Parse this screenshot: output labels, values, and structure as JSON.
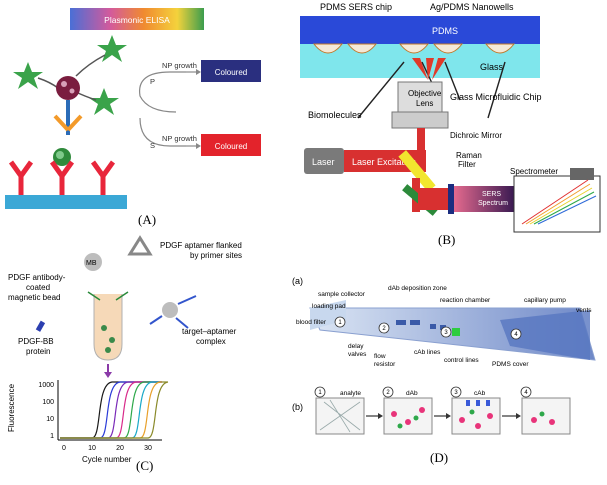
{
  "panels": {
    "A": {
      "caption": "(A)",
      "banner": "Plasmonic ELISA",
      "p_label": "P",
      "s_label": "S",
      "np_growth_p": "NP growth",
      "np_growth_s": "NP growth",
      "box_p": "Coloured",
      "box_s": "Coloured",
      "colors": {
        "box_p": "#2a2f7f",
        "box_s": "#e3232b",
        "base": "#3ba8d6",
        "antibody": "#e8263b",
        "star": "#3aa34a"
      }
    },
    "B": {
      "caption": "(B)",
      "pdms_chip": "PDMS SERS chip",
      "nanowells": "Ag/PDMS Nanowells",
      "pdms": "PDMS",
      "glass": "Glass",
      "biomolecules": "Biomolecules",
      "objective": "Objective\nLens",
      "glass_chip": "Glass Microfluidic Chip",
      "dichroic": "Dichroic Mirror",
      "laser": "Laser",
      "laser_excitation": "Laser Excitation",
      "raman": "Raman\nFilter",
      "spectrometer": "Spectrometer",
      "sers": "SERS\nSpectrum"
    },
    "C": {
      "caption": "(C)",
      "antibody_bead": "PDGF antibody-\ncoated\nmagnetic bead",
      "aptamer": "PDGF aptamer flanked\nby primer sites",
      "protein": "PDGF-BB\nprotein",
      "complex": "target–aptamer\ncomplex",
      "bead_label": "MB",
      "y_axis": "Fluorescence",
      "x_axis": "Cycle number",
      "y_ticks": [
        "1000",
        "100",
        "10",
        "1"
      ],
      "x_ticks": [
        "0",
        "10",
        "20",
        "30"
      ]
    },
    "D": {
      "caption": "(D)",
      "label_a": "(a)",
      "label_b": "(b)",
      "sample_collector": "sample collector",
      "loading_pad": "loading pad",
      "blood_filter": "blood filter",
      "dab_zone": "dAb deposition zone",
      "reaction_chamber": "reaction chamber",
      "capillary_pump": "capillary pump",
      "vents": "vents",
      "delay_valves": "delay\nvalves",
      "flow_resistor": "flow\nresistor",
      "cab_lines": "cAb lines",
      "control_lines": "control lines",
      "pdms_cover": "PDMS cover",
      "analyte": "analyte",
      "dab": "dAb",
      "cab": "cAb",
      "steps": [
        "1",
        "2",
        "3",
        "4"
      ]
    }
  }
}
